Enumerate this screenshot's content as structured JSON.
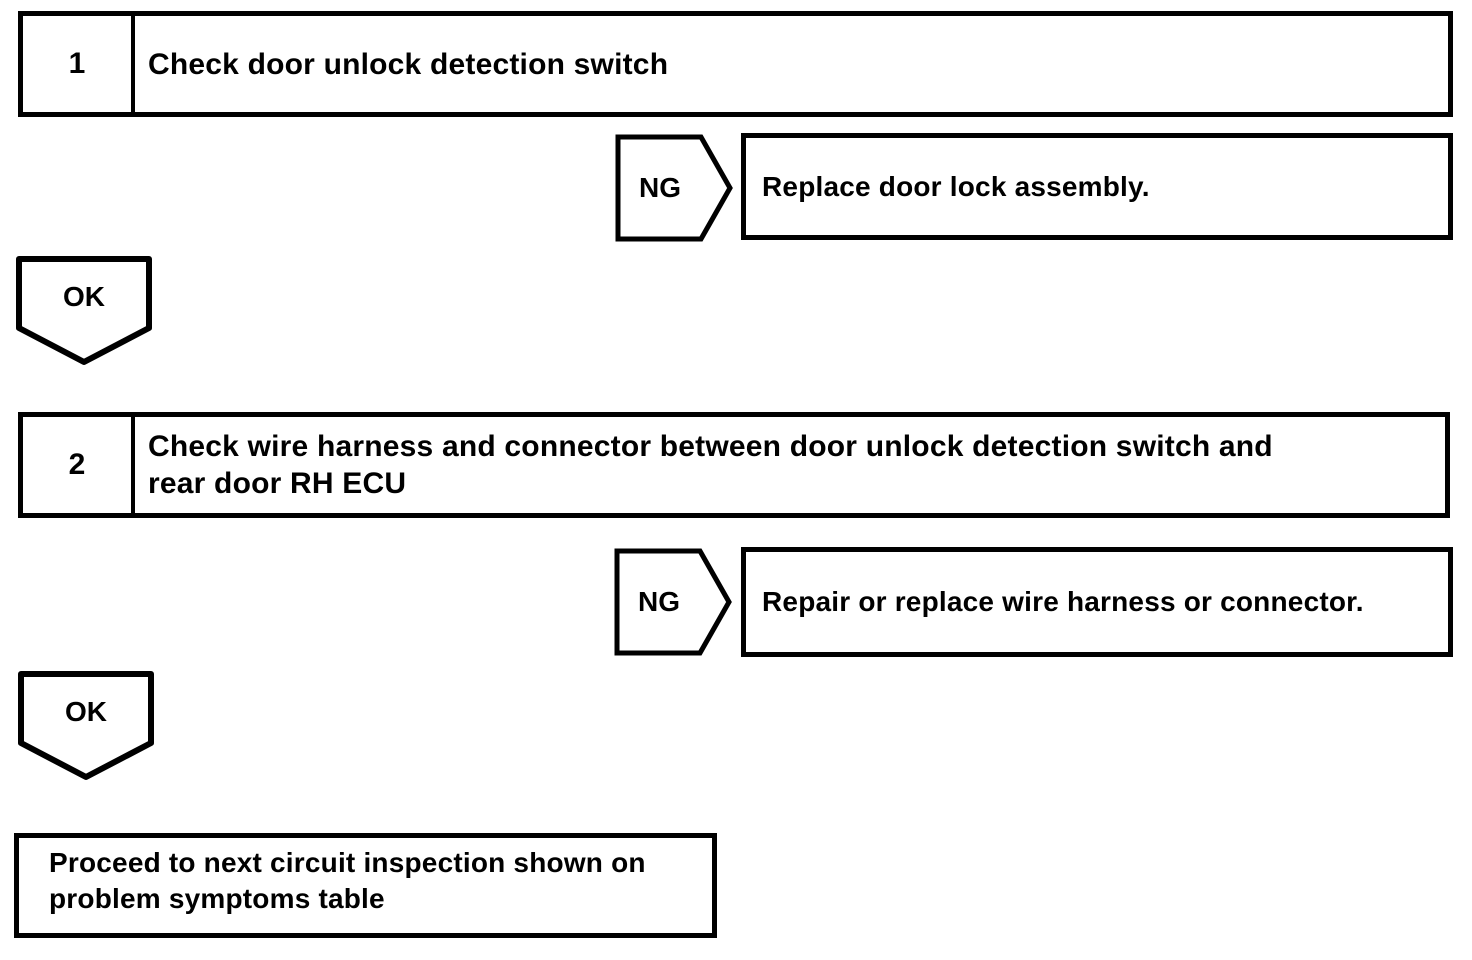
{
  "colors": {
    "line": "#000000",
    "background": "#ffffff"
  },
  "labels": {
    "ng": "NG",
    "ok": "OK"
  },
  "steps": [
    {
      "number": "1",
      "title": "Check door unlock detection switch",
      "ng_result": "Replace door lock assembly."
    },
    {
      "number": "2",
      "title_line1": "Check wire harness and connector between door unlock detection switch and",
      "title_line2": "rear door RH ECU",
      "ng_result": "Repair or replace wire harness or connector."
    }
  ],
  "final_box": {
    "line1": "Proceed to next circuit inspection shown on",
    "line2": "problem symptoms table"
  }
}
